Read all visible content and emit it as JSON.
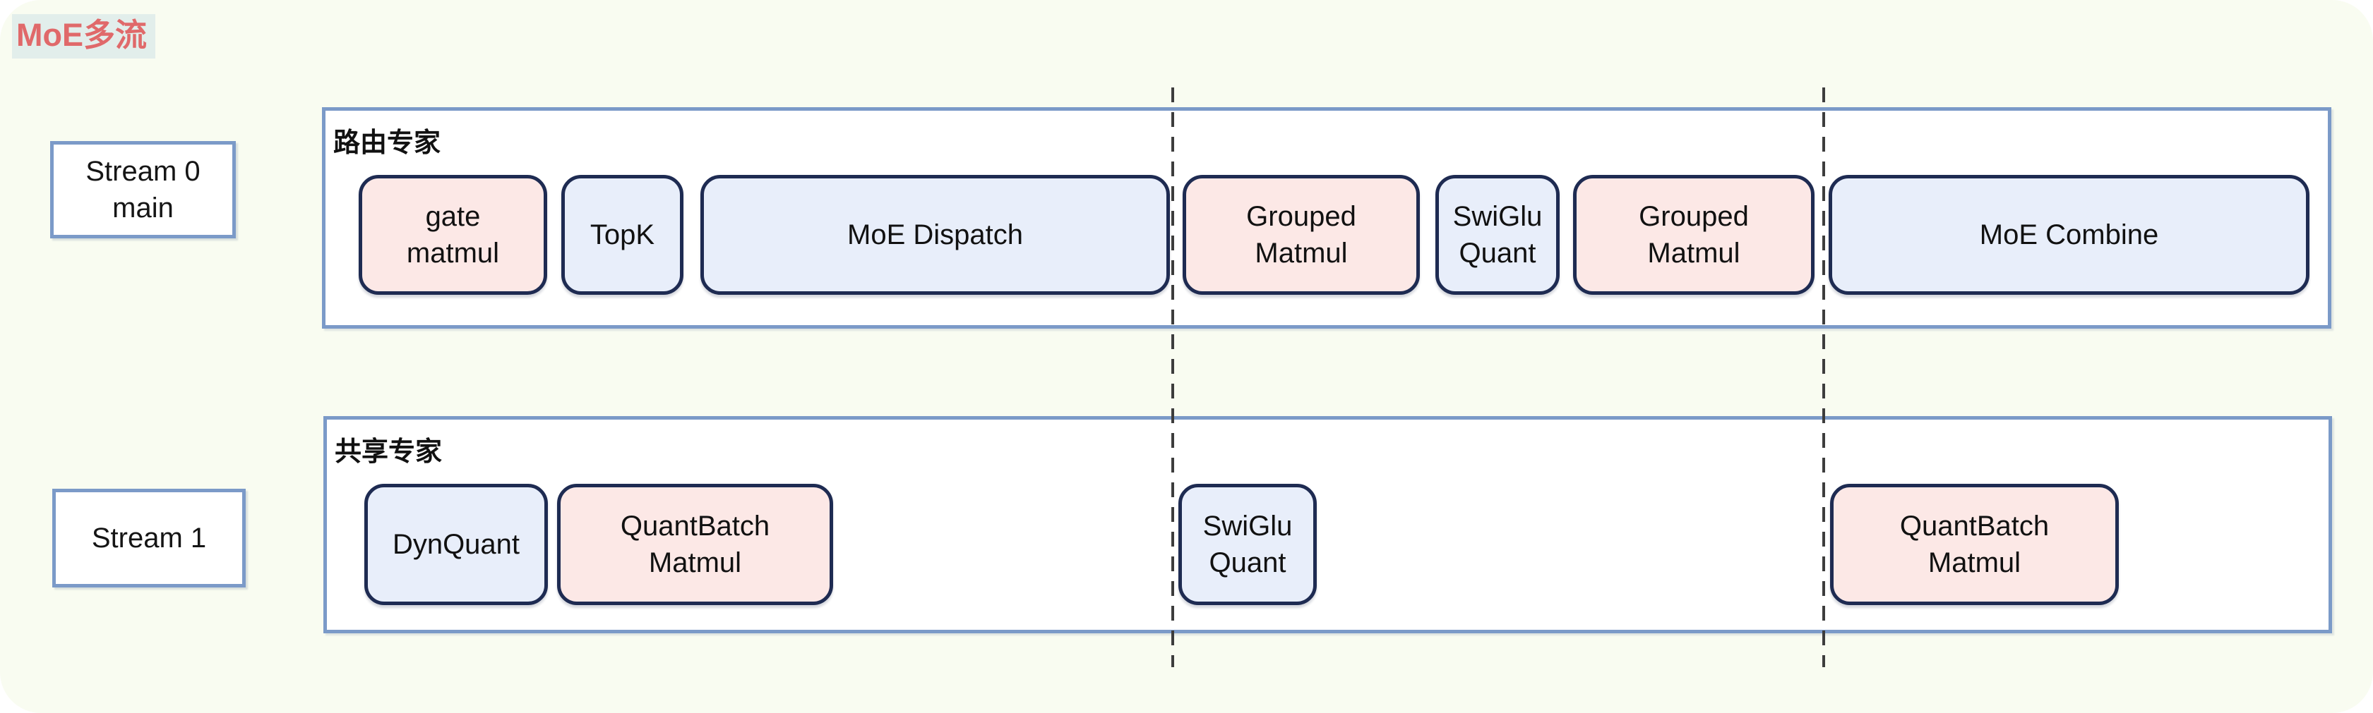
{
  "title": "MoE多流",
  "colors": {
    "page_background": "#f9fcf1",
    "title_text": "#e0696a",
    "title_highlight": "#e2eeeb",
    "lane_border": "#7b9ac8",
    "op_border": "#1e2b52",
    "op_pink_fill": "#fce8e6",
    "op_blue_fill": "#e8eefa",
    "sync_line": "#3d3d3d"
  },
  "streams": [
    {
      "label": "Stream 0\nmain"
    },
    {
      "label": "Stream 1"
    }
  ],
  "lanes": [
    {
      "group_label": "路由专家",
      "boxes": [
        {
          "label": "gate\nmatmul",
          "color": "pink"
        },
        {
          "label": "TopK",
          "color": "blue"
        },
        {
          "label": "MoE Dispatch",
          "color": "blue"
        },
        {
          "label": "Grouped\nMatmul",
          "color": "pink"
        },
        {
          "label": "SwiGlu\nQuant",
          "color": "blue"
        },
        {
          "label": "Grouped\nMatmul",
          "color": "pink"
        },
        {
          "label": "MoE Combine",
          "color": "blue"
        }
      ]
    },
    {
      "group_label": "共享专家",
      "boxes": [
        {
          "label": "DynQuant",
          "color": "blue"
        },
        {
          "label": "QuantBatch\nMatmul",
          "color": "pink"
        },
        {
          "label": "SwiGlu\nQuant",
          "color": "blue"
        },
        {
          "label": "QuantBatch\nMatmul",
          "color": "pink"
        }
      ]
    }
  ]
}
